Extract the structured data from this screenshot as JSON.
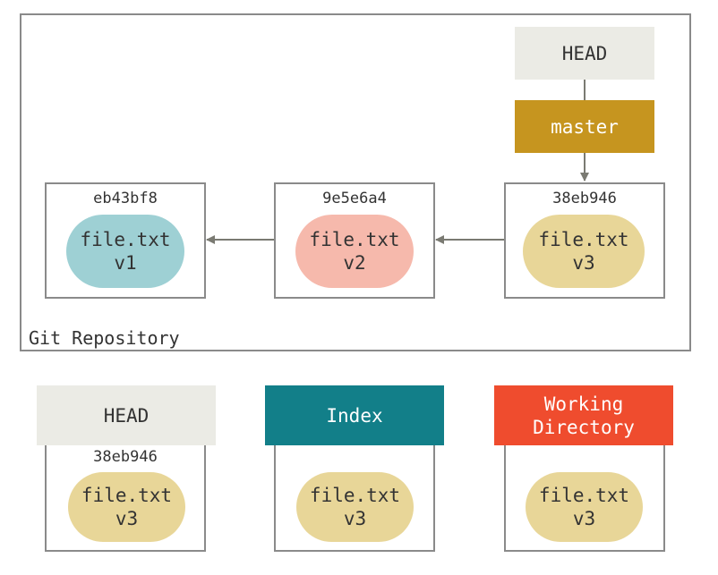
{
  "repository": {
    "label": "Git Repository"
  },
  "refs": {
    "head": "HEAD",
    "branch": "master"
  },
  "commits": [
    {
      "hash": "eb43bf8",
      "file": "file.txt",
      "version": "v1",
      "color": "#9ed0d4"
    },
    {
      "hash": "9e5e6a4",
      "file": "file.txt",
      "version": "v2",
      "color": "#f6b9ac"
    },
    {
      "hash": "38eb946",
      "file": "file.txt",
      "version": "v3",
      "color": "#e8d698"
    }
  ],
  "areas": [
    {
      "title": "HEAD",
      "hash": "38eb946",
      "file": "file.txt",
      "version": "v3",
      "header_color": "#ebebe5",
      "header_text_color": "#333333"
    },
    {
      "title": "Index",
      "file": "file.txt",
      "version": "v3",
      "header_color": "#127f89",
      "header_text_color": "#ffffff"
    },
    {
      "title": "Working\nDirectory",
      "file": "file.txt",
      "version": "v3",
      "header_color": "#ef4c2e",
      "header_text_color": "#ffffff"
    }
  ],
  "colors": {
    "head_box": "#ebebe5",
    "branch_box": "#c6951f",
    "branch_text": "#ffffff",
    "border": "#8a8a8a",
    "arrow": "#7a7a72",
    "blob_v3": "#e8d698"
  }
}
